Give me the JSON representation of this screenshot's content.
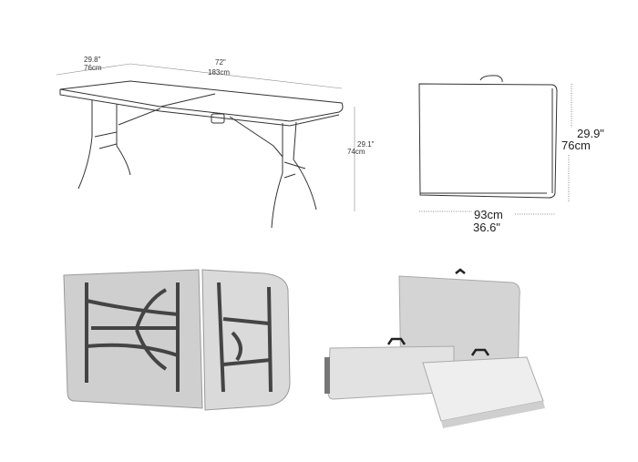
{
  "long_table_drawing": {
    "width_in": "29.8\"",
    "width_cm": "76cm",
    "length_in": "72\"",
    "length_cm": "183cm",
    "height_in": "29.1\"",
    "height_cm": "74cm"
  },
  "folded_table_drawing": {
    "height_in": "29.9\"",
    "height_cm": "76cm",
    "width_cm": "93cm",
    "width_in": "36.6\""
  },
  "colors": {
    "line": "#333333",
    "plastic": "#d8d8d8",
    "frame": "#4a4a4a"
  }
}
